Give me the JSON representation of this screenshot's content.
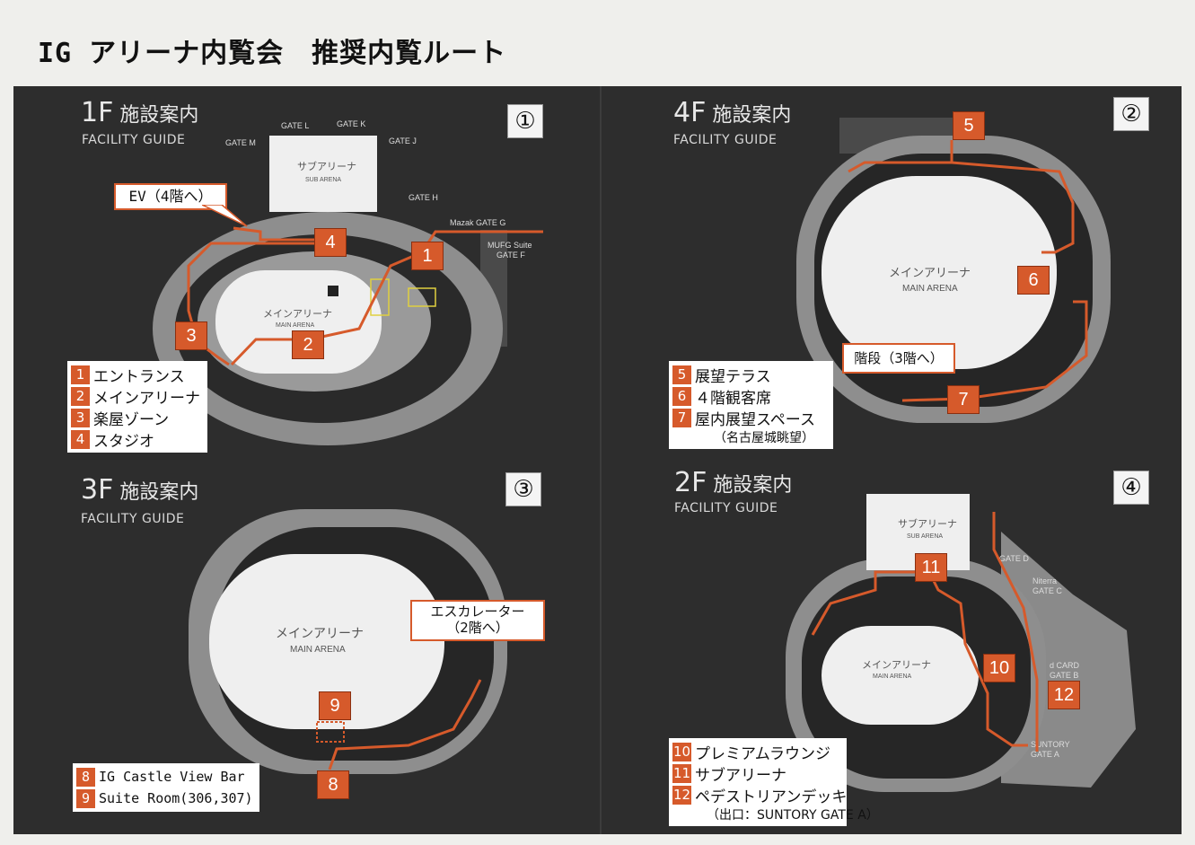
{
  "title": "IG アリーナ内覧会　推奨内覧ルート",
  "panels": {
    "p1": {
      "floor": "1F",
      "floor_name": "施設案内",
      "guide": "FACILITY GUIDE",
      "number": "①",
      "gates": {
        "l": "GATE L",
        "k": "GATE K",
        "m": "GATE M",
        "j": "GATE J",
        "h": "GATE H",
        "g": "Mazak GATE G",
        "f1": "MUFG Suite",
        "f2": "GATE F"
      },
      "sub_arena": "サブアリーナ",
      "sub_arena_en": "SUB ARENA",
      "main_arena": "メインアリーナ",
      "main_arena_en": "MAIN ARENA",
      "callout": "EV（4階へ）",
      "markers": [
        "1",
        "2",
        "3",
        "4"
      ],
      "legend": [
        {
          "n": "1",
          "label": "エントランス"
        },
        {
          "n": "2",
          "label": "メインアリーナ"
        },
        {
          "n": "3",
          "label": "楽屋ゾーン"
        },
        {
          "n": "4",
          "label": "スタジオ"
        }
      ]
    },
    "p2": {
      "floor": "4F",
      "floor_name": "施設案内",
      "guide": "FACILITY GUIDE",
      "number": "②",
      "main_arena": "メインアリーナ",
      "main_arena_en": "MAIN ARENA",
      "callout": "階段（3階へ）",
      "markers": [
        "5",
        "6",
        "7"
      ],
      "legend": [
        {
          "n": "5",
          "label": "展望テラス"
        },
        {
          "n": "6",
          "label": "４階観客席"
        },
        {
          "n": "7",
          "label": "屋内展望スペース"
        }
      ],
      "legend_note": "（名古屋城眺望）"
    },
    "p3": {
      "floor": "3F",
      "floor_name": "施設案内",
      "guide": "FACILITY GUIDE",
      "number": "③",
      "main_arena": "メインアリーナ",
      "main_arena_en": "MAIN ARENA",
      "callout_line1": "エスカレーター",
      "callout_line2": "（2階へ）",
      "markers": [
        "8",
        "9"
      ],
      "legend": [
        {
          "n": "8",
          "label": "IG Castle View Bar"
        },
        {
          "n": "9",
          "label": "Suite Room(306,307)"
        }
      ]
    },
    "p4": {
      "floor": "2F",
      "floor_name": "施設案内",
      "guide": "FACILITY GUIDE",
      "number": "④",
      "gates": {
        "d": "GATE D",
        "c1": "Niterra",
        "c2": "GATE C",
        "b1": "d CARD",
        "b2": "GATE B",
        "a1": "SUNTORY",
        "a2": "GATE A"
      },
      "sub_arena": "サブアリーナ",
      "sub_arena_en": "SUB ARENA",
      "main_arena": "メインアリーナ",
      "main_arena_en": "MAIN ARENA",
      "markers": [
        "10",
        "11",
        "12"
      ],
      "legend": [
        {
          "n": "10",
          "label": "プレミアムラウンジ"
        },
        {
          "n": "11",
          "label": "サブアリーナ"
        },
        {
          "n": "12",
          "label": "ペデストリアンデッキ"
        }
      ],
      "legend_note": "（出口：SUNTORY GATE A）"
    }
  },
  "colors": {
    "board": "#2d2d2d",
    "route": "#d65a2b",
    "arena_floor": "#efefef",
    "seats": "#1e1e1e",
    "concourse": "#8a8a8a"
  }
}
